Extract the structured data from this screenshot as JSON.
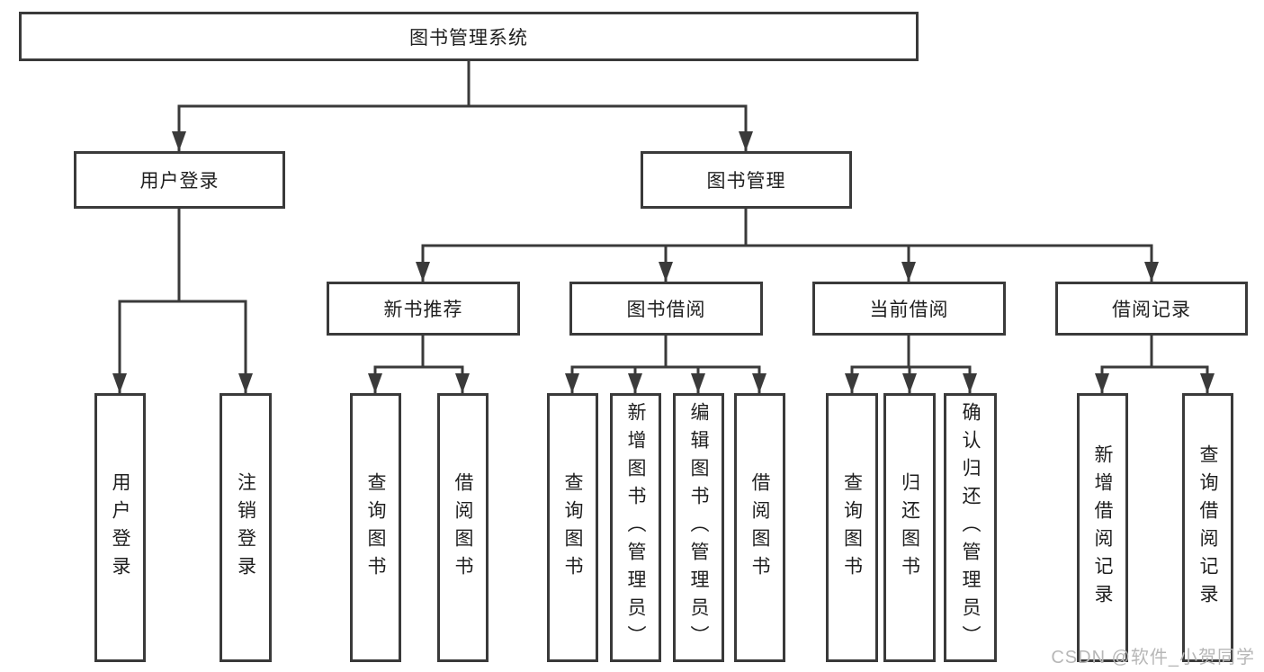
{
  "watermark": "CSDN @软件_小贺同学",
  "colors": {
    "line": "#3a3a3a",
    "text": "#1f1f1f",
    "watermark": "#b7b7b7",
    "box_bg": "#ffffff",
    "background": "#ffffff"
  },
  "tree": {
    "root": {
      "label": "图书管理系统"
    },
    "branches": [
      {
        "label": "用户登录",
        "children": [
          {
            "label": "用户登录"
          },
          {
            "label": "注销登录"
          }
        ]
      },
      {
        "label": "图书管理",
        "children": [
          {
            "label": "新书推荐",
            "children": [
              {
                "label": "查询图书"
              },
              {
                "label": "借阅图书"
              }
            ]
          },
          {
            "label": "图书借阅",
            "children": [
              {
                "label": "查询图书"
              },
              {
                "label": "新增图书（管理员）"
              },
              {
                "label": "编辑图书（管理员）"
              },
              {
                "label": "借阅图书"
              }
            ]
          },
          {
            "label": "当前借阅",
            "children": [
              {
                "label": "查询图书"
              },
              {
                "label": "归还图书"
              },
              {
                "label": "确认归还（管理员）"
              }
            ]
          },
          {
            "label": "借阅记录",
            "children": [
              {
                "label": "新增借阅记录"
              },
              {
                "label": "查询借阅记录"
              }
            ]
          }
        ]
      }
    ]
  }
}
